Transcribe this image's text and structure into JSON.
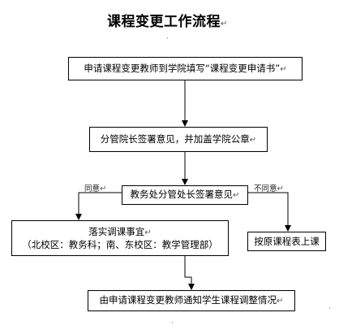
{
  "title": "课程变更工作流程",
  "paragraph_mark": "↵",
  "dot_mark": "·",
  "steps": {
    "step1": "申请课程变更教师到学院填写“课程变更申请书”",
    "step2": "分管院长签署意见，并加盖学院公章",
    "step3": "教务处分管处长签署意见",
    "step4_line1": "落实调课事宜",
    "step4_line2": "（北校区：教务科；南、东校区：教学管理部）",
    "step5": "按原课程表上课",
    "step6": "由申请课程变更教师通知学生课程调整情况"
  },
  "labels": {
    "agree": "同意",
    "disagree": "不同意"
  }
}
